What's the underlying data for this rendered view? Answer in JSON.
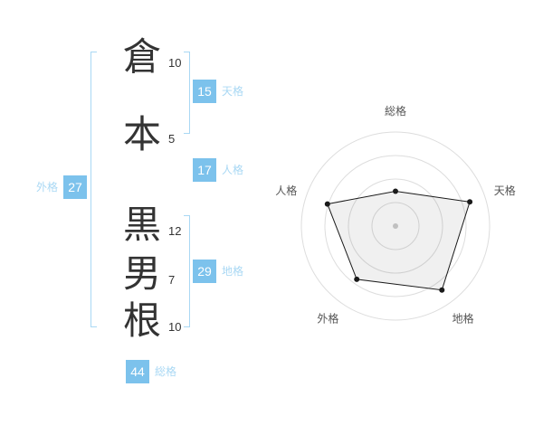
{
  "colors": {
    "accent": "#7cc2ec",
    "accent_light": "#a9d8f4",
    "text": "#333333"
  },
  "name": {
    "chars": [
      {
        "char": "倉",
        "strokes": "10"
      },
      {
        "char": "本",
        "strokes": "5"
      },
      {
        "char": "黒",
        "strokes": "12"
      },
      {
        "char": "男",
        "strokes": "7"
      },
      {
        "char": "根",
        "strokes": "10"
      }
    ]
  },
  "kaku": {
    "tenkaku": {
      "value": "15",
      "label": "天格"
    },
    "jinkaku": {
      "value": "17",
      "label": "人格"
    },
    "gaikaku": {
      "value": "27",
      "label": "外格"
    },
    "chikaku": {
      "value": "29",
      "label": "地格"
    },
    "soukaku": {
      "value": "44",
      "label": "総格"
    }
  },
  "chart_data": {
    "type": "radar",
    "axes": [
      "総格",
      "天格",
      "地格",
      "外格",
      "人格"
    ],
    "axis_values": [
      44,
      15,
      29,
      27,
      17
    ],
    "plot_fractions": [
      0.37,
      0.83,
      0.84,
      0.7,
      0.76
    ],
    "rings": 4,
    "max_radius": 104,
    "legend": "none",
    "grid": "concentric-circles",
    "grid_color": "#dddddd",
    "center_dot_color": "#cccccc",
    "line_color": "#1a1a1a",
    "fill_color": "rgba(0,0,0,0.06)",
    "label_color": "#555555"
  }
}
